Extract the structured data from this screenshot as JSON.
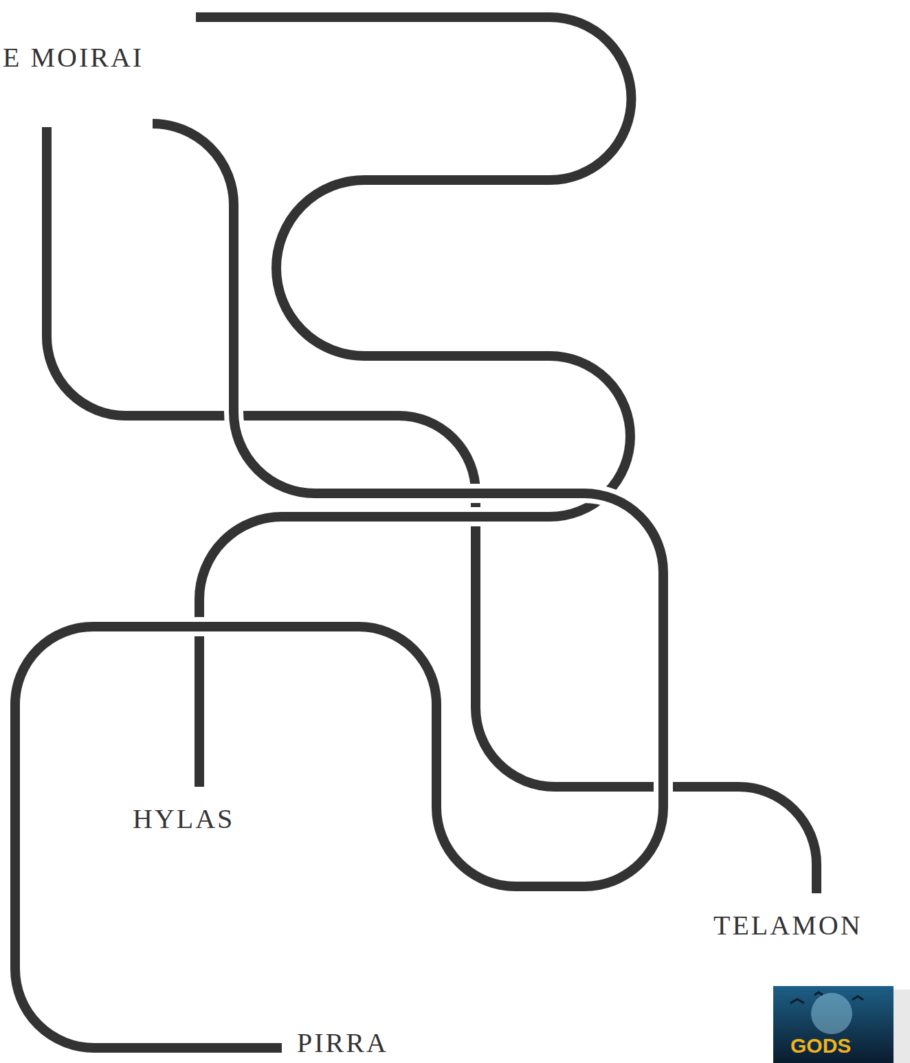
{
  "diagram": {
    "labels": [
      "E MOIRAI",
      "HYLAS",
      "TELAMON",
      "PIRRA",
      "GODS"
    ]
  }
}
